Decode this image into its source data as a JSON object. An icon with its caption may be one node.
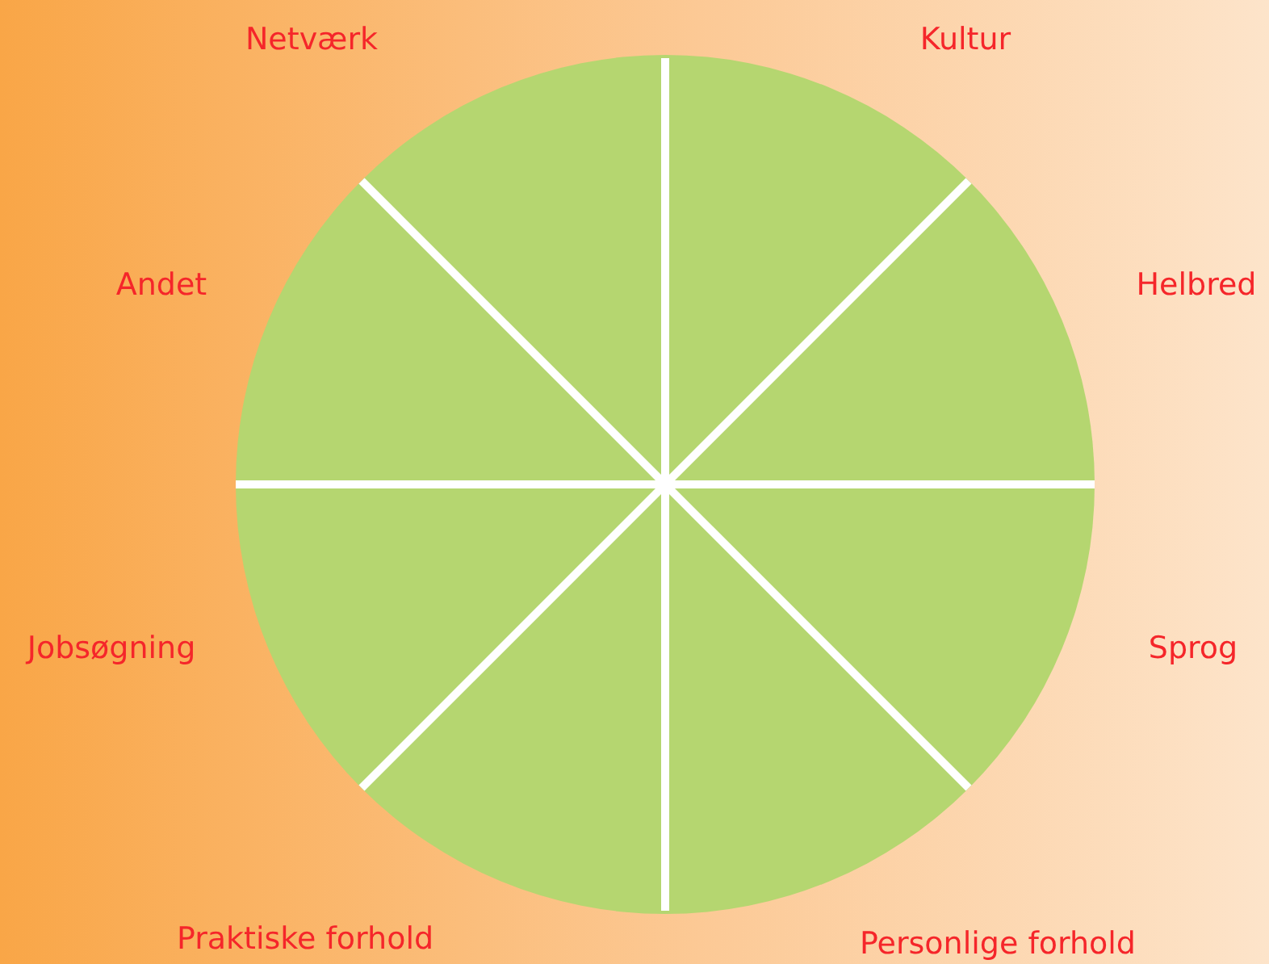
{
  "diagram": {
    "labels": [
      "Netværk",
      "Kultur",
      "Andet",
      "Helbred",
      "Jobsøgning",
      "Sprog",
      "Praktiske forhold",
      "Personlige forhold"
    ]
  }
}
